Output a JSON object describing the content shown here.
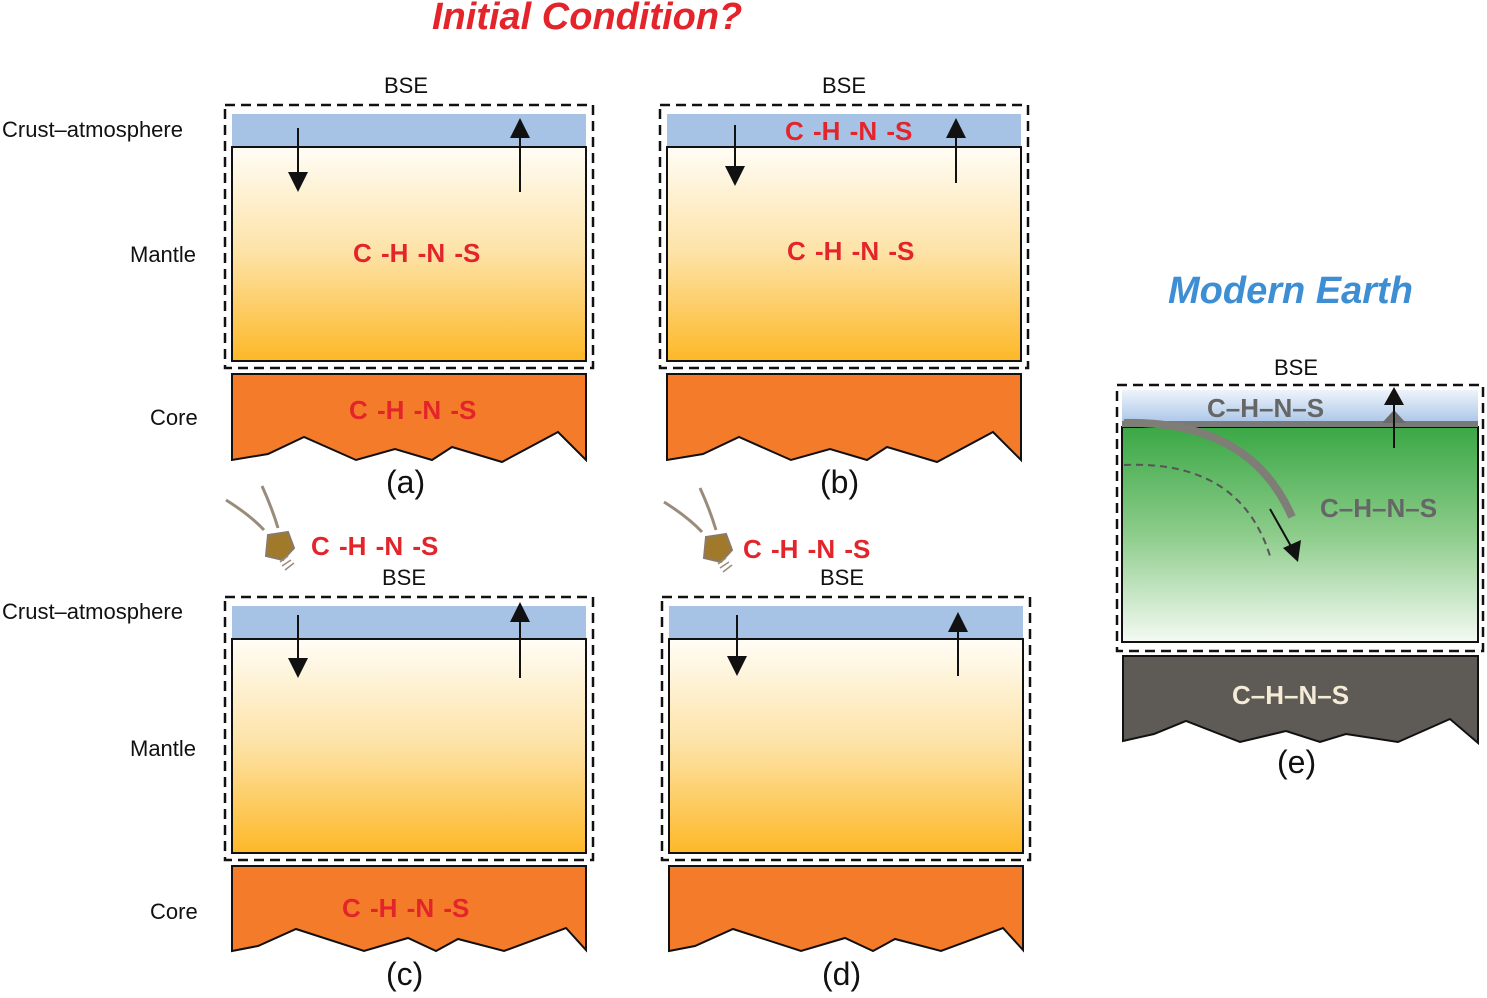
{
  "titles": {
    "initial": "Initial Condition?",
    "modern": "Modern Earth"
  },
  "labels": {
    "bse": "BSE",
    "crust_atmosphere": "Crust–atmosphere",
    "mantle": "Mantle",
    "core": "Core"
  },
  "chns_initial": "C -H -N -S",
  "chns_modern": "C–H–N–S",
  "panels": [
    {
      "id": "a",
      "label": "(a)"
    },
    {
      "id": "b",
      "label": "(b)"
    },
    {
      "id": "c",
      "label": "(c)"
    },
    {
      "id": "d",
      "label": "(d)"
    },
    {
      "id": "e",
      "label": "(e)"
    }
  ],
  "colors": {
    "crust": "#a6c3e6",
    "mantle_top": "#fffdf6",
    "mantle_bottom": "#fdb827",
    "core": "#f47b2a",
    "red_text": "#e3242b",
    "modern_mantle_top": "#3aa845",
    "modern_core": "#5e5a55",
    "impactor": "#a07a2a"
  }
}
